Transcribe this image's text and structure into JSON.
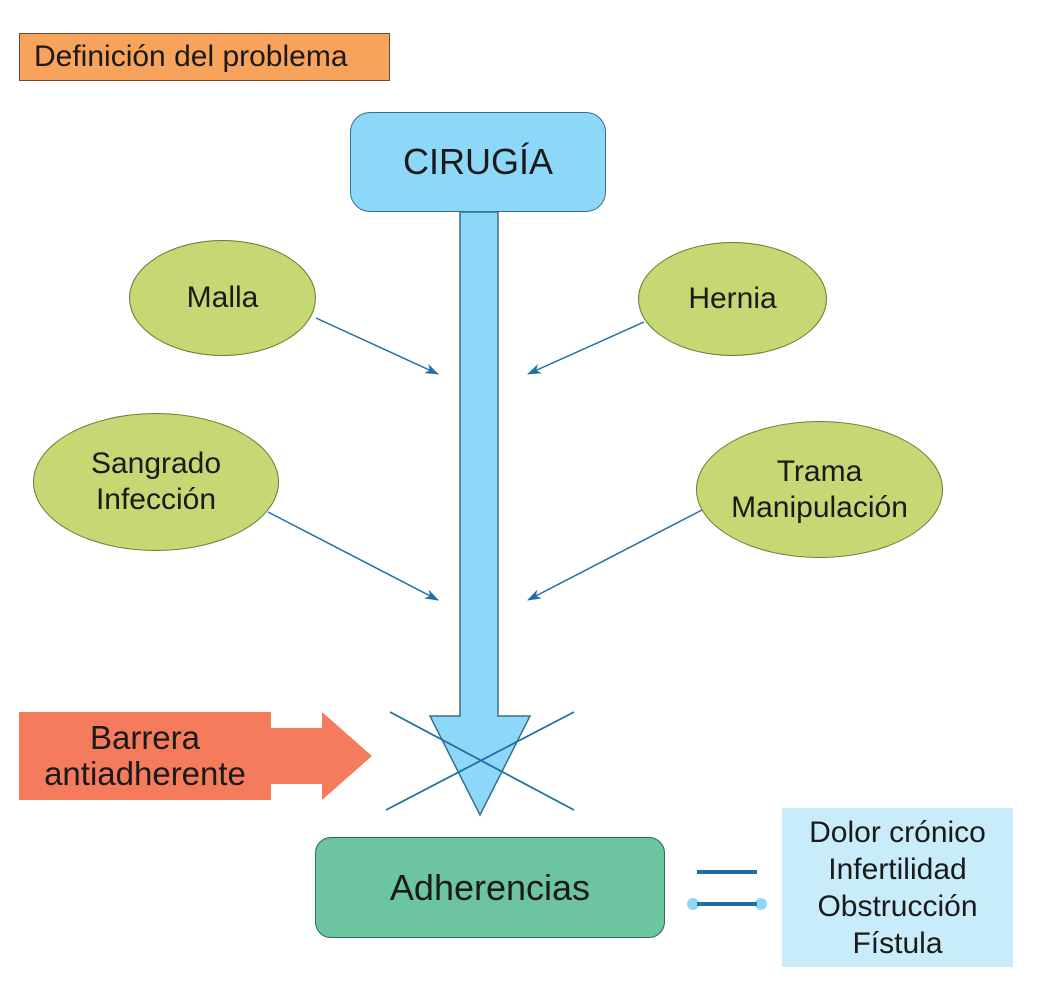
{
  "header": {
    "title": "Definición del problema"
  },
  "nodes": {
    "surgery": "CIRUGÍA",
    "mesh": "Malla",
    "hernia": "Hernia",
    "bleeding_infection": [
      "Sangrado",
      "Infección"
    ],
    "trauma_manipulation": [
      "Trama",
      "Manipulación"
    ],
    "adhesions": "Adherencias",
    "barrier": [
      "Barrera",
      "antiadherente"
    ],
    "consequences": [
      "Dolor crónico",
      "Infertilidad",
      "Obstrucción",
      "Fístula"
    ]
  },
  "colors": {
    "title_tag": "#f7a35c",
    "surgery_box": "#8dd8f8",
    "main_arrow": "#8dd8f8",
    "ovals": "#c6d873",
    "adhesions_box": "#6cc4a1",
    "barrier_arrow": "#f47c5c",
    "consequences_box": "#c8ecf9",
    "connector_arrows": "#1f6fa3"
  }
}
